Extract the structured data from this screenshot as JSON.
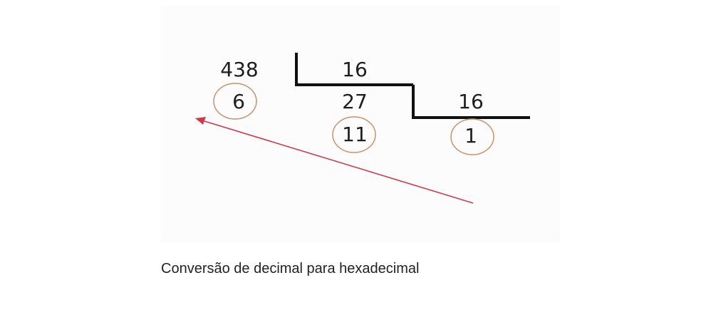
{
  "division": {
    "dividend_1": "438",
    "divisor_1": "16",
    "remainder_1": "6",
    "quotient_1": "27",
    "divisor_2": "16",
    "remainder_2": "11",
    "quotient_2": "1"
  },
  "caption": "Conversão de decimal para hexadecimal",
  "colors": {
    "text": "#1e1e1e",
    "bracket": "#111111",
    "circle": "#c8926a",
    "arrow": "#d0394a"
  }
}
